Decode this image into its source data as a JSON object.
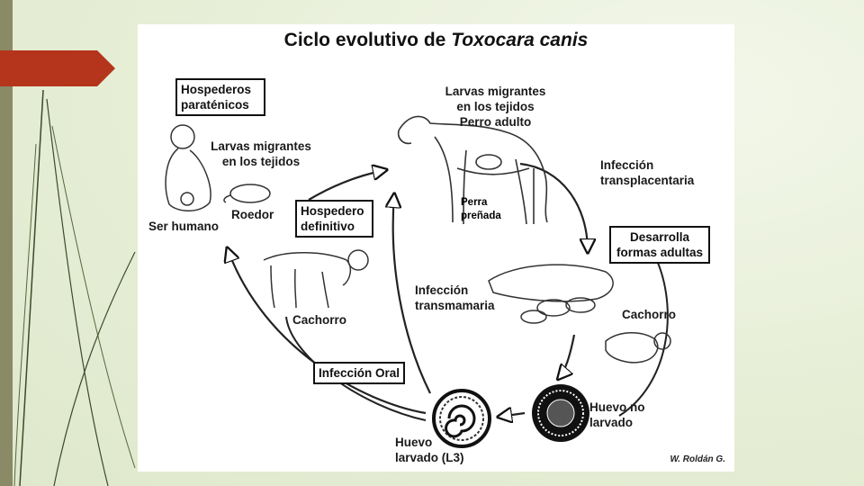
{
  "slide": {
    "accent_color": "#b5341c",
    "bar_color": "#8a8a66"
  },
  "diagram": {
    "title_prefix": "Ciclo evolutivo de ",
    "title_species": "Toxocara canis",
    "labels": {
      "paratenic_hosts": "Hospederos paraténicos",
      "larvae_tissues_left": "Larvas migrantes en los tejidos",
      "human": "Ser humano",
      "rodent": "Roedor",
      "definitive_host": "Hospedero definitivo",
      "puppy_left": "Cachorro",
      "larvae_adult_dog": "Larvas migrantes en los tejidos Perro adulto",
      "pregnant_dog": "Perra preñada",
      "transplacental": "Infección transplacentaria",
      "adult_forms": "Desarrolla formas adultas",
      "transmammary": "Infección transmamaria",
      "puppy_right": "Cachorro",
      "oral_infection": "Infección Oral",
      "egg_unlarvated": "Huevo no larvado",
      "egg_larvated": "Huevo larvado (L3)",
      "credit": "W. Roldán G."
    }
  }
}
